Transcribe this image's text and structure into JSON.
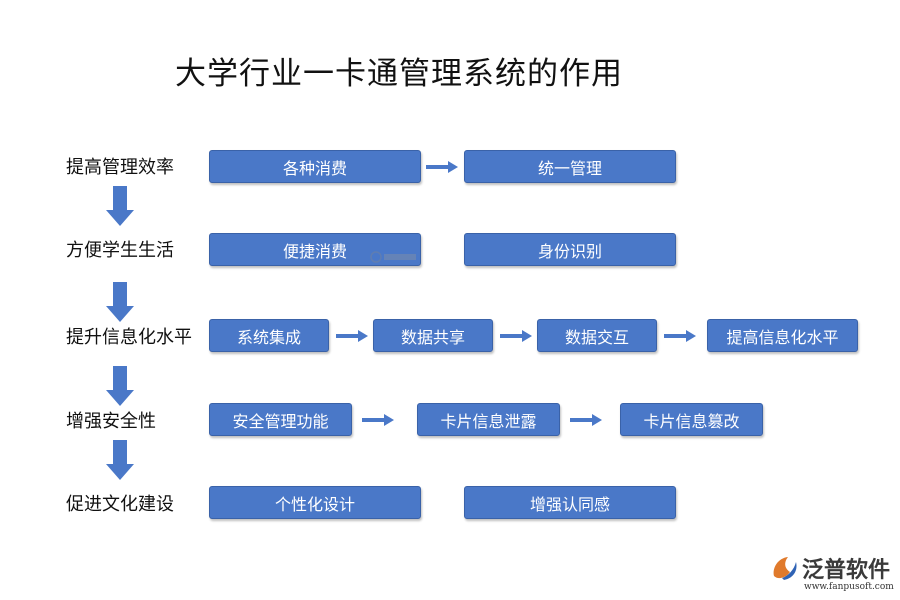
{
  "title": "大学行业一卡通管理系统的作用",
  "rows": [
    {
      "label": "提高管理效率",
      "boxes": [
        "各种消费",
        "统一管理"
      ]
    },
    {
      "label": "方便学生生活",
      "boxes": [
        "便捷消费",
        "身份识别"
      ]
    },
    {
      "label": "提升信息化水平",
      "boxes": [
        "系统集成",
        "数据共享",
        "数据交互",
        "提高信息化水平"
      ]
    },
    {
      "label": "增强安全性",
      "boxes": [
        "安全管理功能",
        "卡片信息泄露",
        "卡片信息篡改"
      ]
    },
    {
      "label": "促进文化建设",
      "boxes": [
        "个性化设计",
        "增强认同感"
      ]
    }
  ],
  "logo": {
    "name": "泛普软件",
    "url": "www.fanpusoft.com"
  },
  "colors": {
    "box_fill": "#4a78c8",
    "arrow": "#4a78c8",
    "text": "#111111"
  }
}
